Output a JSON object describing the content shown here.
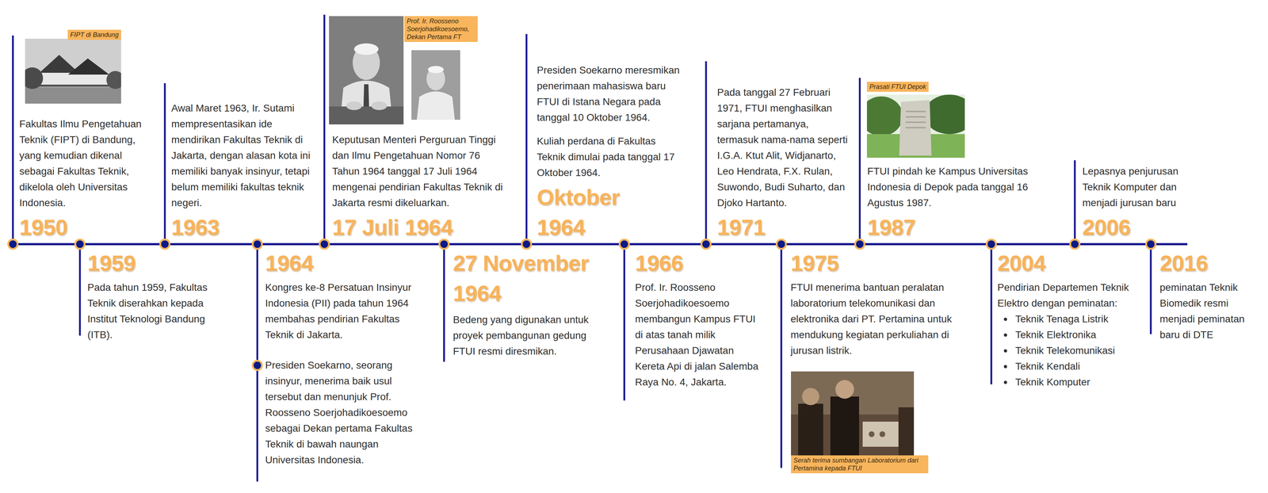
{
  "diagram": {
    "nodes": [
      {
        "text": [
          "FIPT di Bandung"
        ]
      },
      {
        "text": [
          "Prof. Ir. Roosseno Soerjohadikoesoemo, Dekan Pertama FT"
        ]
      },
      {
        "text": [
          "Serah terima sumbangan Laboratorium dari Pertamina kepada FTUI"
        ]
      },
      {
        "text": [
          "Prasati FTUI Depok"
        ]
      }
    ],
    "labels": [
      "Fakultas Ilmu Pengetahuan Teknik (FIPT) di Bandung, yang kemudian dikenal sebagai Fakultas Teknik, dikelola oleh Universitas Indonesia.",
      "1950",
      "1959",
      "Pada tahun 1959, Fakultas Teknik diserahkan kepada Institut Teknologi Bandung (ITB).",
      "Awal Maret 1963, Ir. Sutami mempresentasikan ide mendirikan Fakultas Teknik di Jakarta, dengan alasan kota ini memiliki banyak insinyur, tetapi belum memiliki fakultas teknik negeri.",
      "1963",
      "1964",
      "Kongres ke-8 Persatuan Insinyur Indonesia (PII) pada tahun 1964 membahas pendirian Fakultas Teknik di Jakarta.",
      "Presiden Soekarno, seorang insinyur, menerima baik usul tersebut dan menunjuk Prof. Roosseno Soerjohadikoesoemo sebagai Dekan pertama Fakultas Teknik di bawah naungan Universitas Indonesia.",
      "Keputusan Menteri Perguruan Tinggi dan Ilmu Pengetahuan Nomor 76 Tahun 1964 tanggal 17 Juli 1964 mengenai pendirian Fakultas Teknik di Jakarta resmi dikeluarkan.",
      "17 Juli 1964",
      "27 November 1964",
      "Bedeng yang digunakan untuk proyek pembangunan gedung FTUI resmi diresmikan.",
      "Presiden Soekarno meresmikan penerimaan mahasiswa baru FTUI di Istana Negara pada tanggal 10 Oktober 1964.",
      "Kuliah perdana di Fakultas Teknik dimulai pada tanggal 17 Oktober 1964.",
      "Oktober 1964",
      "1966",
      "Prof. Ir. Roosseno Soerjohadikoesoemo membangun Kampus FTUI di atas tanah milik Perusahaan Djawatan Kereta Api di jalan Salemba Raya No. 4, Jakarta.",
      "Pada tanggal 27 Februari 1971, FTUI menghasilkan sarjana pertamanya, termasuk nama-nama seperti I.G.A. Ktut Alit, Widjanarto, Leo Hendrata, F.X. Rulan, Suwondo, Budi Suharto, dan Djoko Hartanto.",
      "1971",
      "1975",
      "FTUI menerima bantuan peralatan laboratorium telekomunikasi dan elektronika dari PT. Pertamina untuk mendukung kegiatan perkuliahan di jurusan listrik.",
      "FTUI pindah ke Kampus Universitas Indonesia di Depok pada tanggal 16 Agustus 1987.",
      "1987",
      "2004",
      "Pendirian Departemen Teknik Elektro dengan peminatan:",
      "Teknik Tenaga Listrik",
      "Teknik Elektronika",
      "Teknik Telekomunikasi",
      "Teknik Kendali",
      "Teknik Komputer",
      "Lepasnya penjurusan Teknik Komputer dan menjadi jurusan baru",
      "2006",
      "2016",
      "peminatan Teknik Biomedik resmi menjadi peminatan baru di DTE"
    ]
  }
}
